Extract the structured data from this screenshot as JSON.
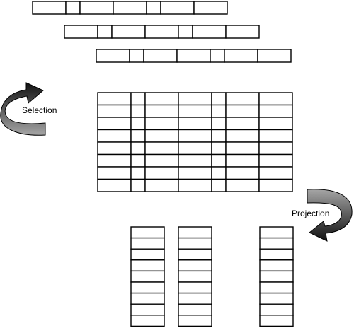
{
  "labels": {
    "selection": "Selection",
    "projection": "Projection"
  },
  "table": {
    "rows": 8
  },
  "projection_columns": {
    "count": 3,
    "rows": 9
  },
  "arrow_icon": "curved-arrow-icon",
  "colors": {
    "arrow_fill_dark": "#1a1a1a",
    "arrow_fill_light": "#9a9a9a",
    "line": "#000000"
  }
}
